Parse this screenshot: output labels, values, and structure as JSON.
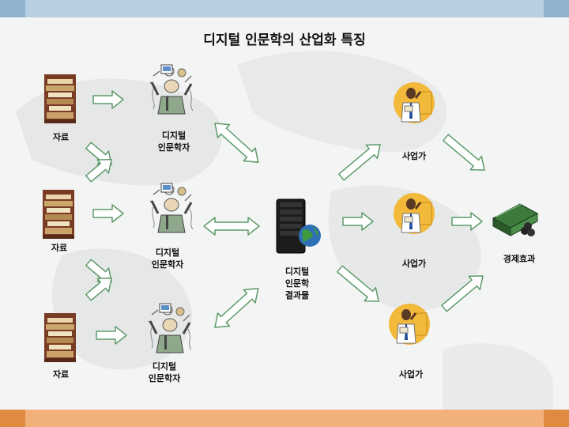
{
  "title": "디지털 인문학의 산업화 특징",
  "labels": {
    "material": "자료",
    "scholar": "디지털\n인문학자",
    "result": "디지털\n인문학\n결과물",
    "entrepreneur": "사업가",
    "economic": "경제효과"
  },
  "colors": {
    "arrow_stroke": "#5e9a6a",
    "arrow_fill": "#ffffff",
    "top_bar": "#b7cfe1",
    "bottom_bar": "#f2b07a"
  }
}
